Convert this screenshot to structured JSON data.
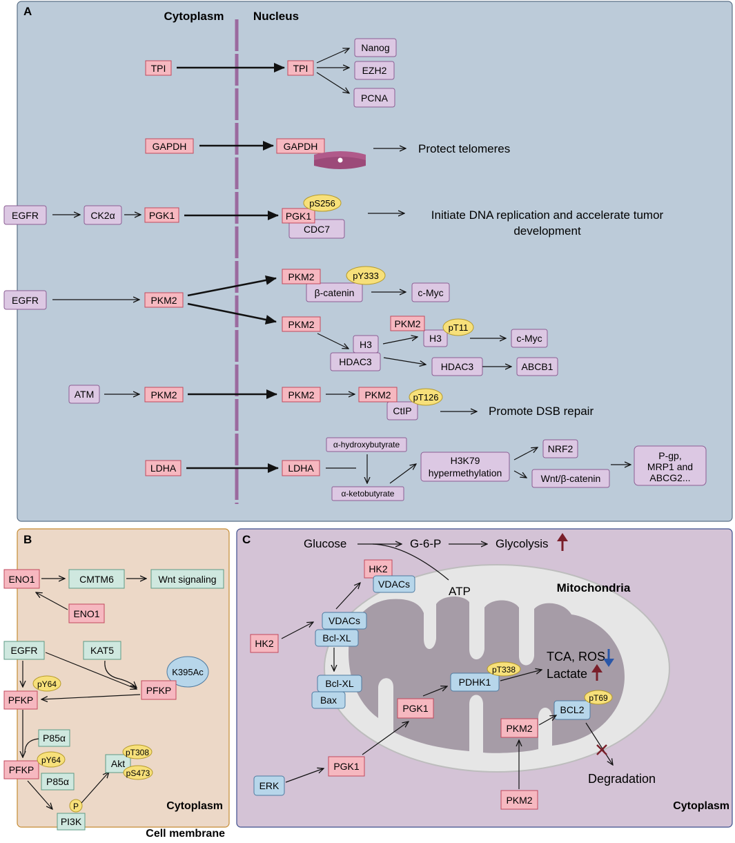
{
  "colors": {
    "panel_a_bg": "#bccbd9",
    "panel_b_bg": "#ecd8c7",
    "panel_c_bg": "#d4c3d6",
    "pink_box": "#f6b8c0",
    "pink_stroke": "#c2485c",
    "purple_box": "#dcc8e3",
    "purple_stroke": "#8b5d93",
    "green_box": "#cfe8df",
    "green_stroke": "#5c9a84",
    "blue_box": "#b7d6ea",
    "blue_stroke": "#4d7aa0",
    "phospho": "#f7e07a",
    "membrane": "#9b6a9e",
    "up_arrow": "#7a1f2a",
    "down_arrow": "#2a57a8"
  },
  "panel_a": {
    "letter": "A",
    "cytoplasm_label": "Cytoplasm",
    "nucleus_label": "Nucleus",
    "tpi": "TPI",
    "nanog": "Nanog",
    "ezh2": "EZH2",
    "pcna": "PCNA",
    "gapdh": "GAPDH",
    "protect_telomeres": "Protect telomeres",
    "egfr": "EGFR",
    "ck2a": "CK2α",
    "pgk1": "PGK1",
    "ps256": "pS256",
    "cdc7": "CDC7",
    "dna_line1": "Initiate DNA replication and accelerate tumor",
    "dna_line2": "development",
    "pkm2": "PKM2",
    "py333": "pY333",
    "beta_catenin": "β-catenin",
    "cmyc": "c-Myc",
    "h3": "H3",
    "pt11": "pT11",
    "hdac3": "HDAC3",
    "abcb1": "ABCB1",
    "atm": "ATM",
    "pt126": "pT126",
    "ctip": "CtIP",
    "promote_dsb": "Promote DSB repair",
    "ldha": "LDHA",
    "hydroxybutyrate": "α-hydroxybutyrate",
    "ketobutyrate": "α-ketobutyrate",
    "h3k79_line1": "H3K79",
    "h3k79_line2": "hypermethylation",
    "nrf2": "NRF2",
    "wnt_catenin": "Wnt/β-catenin",
    "pgp_line1": "P-gp,",
    "pgp_line2": "MRP1 and",
    "pgp_line3": "ABCG2..."
  },
  "panel_b": {
    "letter": "B",
    "eno1": "ENO1",
    "cmtm6": "CMTM6",
    "wnt_signaling": "Wnt signaling",
    "egfr": "EGFR",
    "kat5": "KAT5",
    "k395ac": "K395Ac",
    "pfkp": "PFKP",
    "py64": "pY64",
    "p85a": "P85α",
    "akt": "Akt",
    "pt308": "pT308",
    "ps473": "pS473",
    "p": "P",
    "pi3k": "PI3K",
    "cytoplasm_label": "Cytoplasm",
    "cell_membrane_label": "Cell membrane"
  },
  "panel_c": {
    "letter": "C",
    "glucose": "Glucose",
    "g6p": "G-6-P",
    "glycolysis": "Glycolysis",
    "atp": "ATP",
    "mitochondria_label": "Mitochondria",
    "hk2": "HK2",
    "vdacs": "VDACs",
    "bclxl": "Bcl-XL",
    "bax": "Bax",
    "pgk1": "PGK1",
    "pdhk1": "PDHK1",
    "pt338": "pT338",
    "tca_ros": "TCA, ROS",
    "lactate": "Lactate",
    "bcl2": "BCL2",
    "pt69": "pT69",
    "pkm2": "PKM2",
    "erk": "ERK",
    "degradation": "Degradation",
    "cytoplasm_label": "Cytoplasm"
  }
}
